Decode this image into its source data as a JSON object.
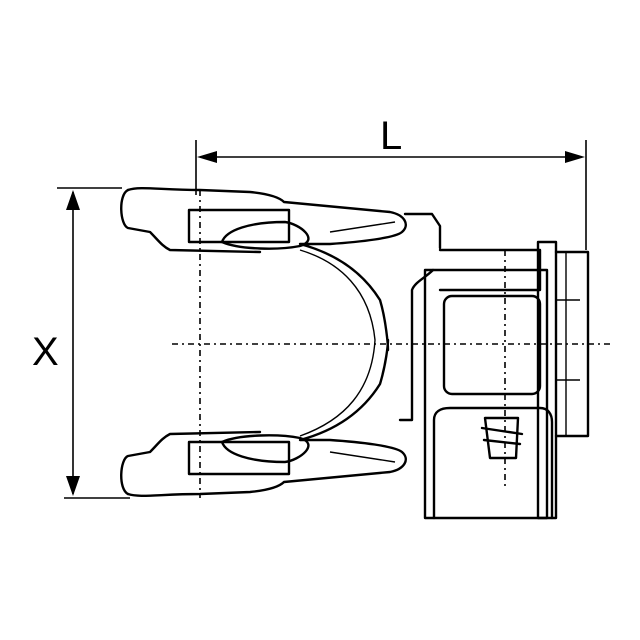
{
  "drawing": {
    "subject": "PTO yoke technical drawing",
    "dimensions": {
      "length_label": "L",
      "width_label": "X"
    },
    "colors": {
      "line": "#000000",
      "background": "#ffffff"
    }
  }
}
